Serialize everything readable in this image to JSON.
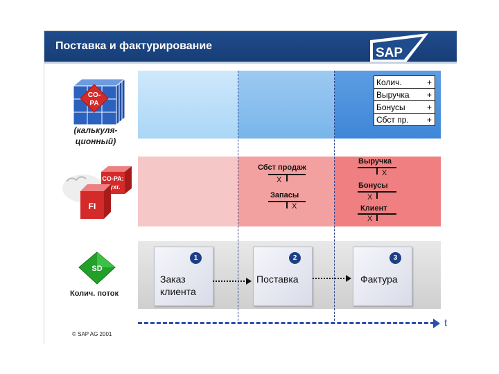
{
  "header": {
    "title": "Поставка и фактурирование",
    "logo_text": "SAP"
  },
  "rows": {
    "copa": {
      "cube_text_line1": "CO-",
      "cube_text_line2": "PA",
      "caption_line1": "(калькуля-",
      "caption_line2": "ционный)"
    },
    "fi": {
      "cube_small_line1": "CO-PA:",
      "cube_small_line2": "бухг.",
      "cube_big": "FI"
    },
    "sd": {
      "cube_text": "SD",
      "caption": "Колич. поток"
    }
  },
  "copa_table": [
    {
      "label": "Колич.",
      "sign": "+"
    },
    {
      "label": "Выручка",
      "sign": "+"
    },
    {
      "label": "Бонусы",
      "sign": "+"
    },
    {
      "label": "Сбст пр.",
      "sign": "+"
    }
  ],
  "fi_accounts": {
    "col2": [
      {
        "title": "Сбст продаж",
        "entry": "X"
      },
      {
        "title": "Запасы",
        "entry": "X"
      }
    ],
    "col3": [
      {
        "title": "Выручка",
        "entry": "X"
      },
      {
        "title": "Бонусы",
        "entry": "X"
      },
      {
        "title": "Клиент",
        "entry": "X"
      }
    ]
  },
  "documents": [
    {
      "number": "1",
      "line1": "Заказ",
      "line2": "клиента"
    },
    {
      "number": "2",
      "line1": "Поставка",
      "line2": ""
    },
    {
      "number": "3",
      "line1": "Фактура",
      "line2": ""
    }
  ],
  "timeline_label": "t",
  "copyright": "© SAP AG 2001",
  "colors": {
    "header": "#1f4c8c",
    "cube_blue": "#2b62c0",
    "cube_red": "#d42a2a",
    "cube_green": "#22a12a",
    "band_blue_dark": "#3e86d8",
    "band_red_dark": "#ef7f80",
    "band_gray": "#cfcfcf"
  }
}
